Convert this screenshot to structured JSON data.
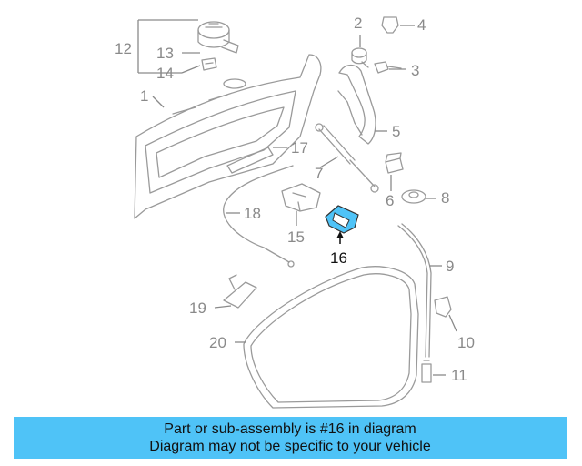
{
  "diagram": {
    "callouts": {
      "c1": "1",
      "c2": "2",
      "c3": "3",
      "c4": "4",
      "c5": "5",
      "c6": "6",
      "c7": "7",
      "c8": "8",
      "c9": "9",
      "c10": "10",
      "c11": "11",
      "c12": "12",
      "c13": "13",
      "c14": "14",
      "c15": "15",
      "c16": "16",
      "c17": "17",
      "c18": "18",
      "c19": "19",
      "c20": "20"
    },
    "highlight_color": "#4fc3f7",
    "highlighted_part": "16"
  },
  "banner": {
    "line1": "Part or sub-assembly is #16 in diagram",
    "line2": "Diagram may not be specific to your vehicle",
    "color": "#4fc3f7"
  }
}
